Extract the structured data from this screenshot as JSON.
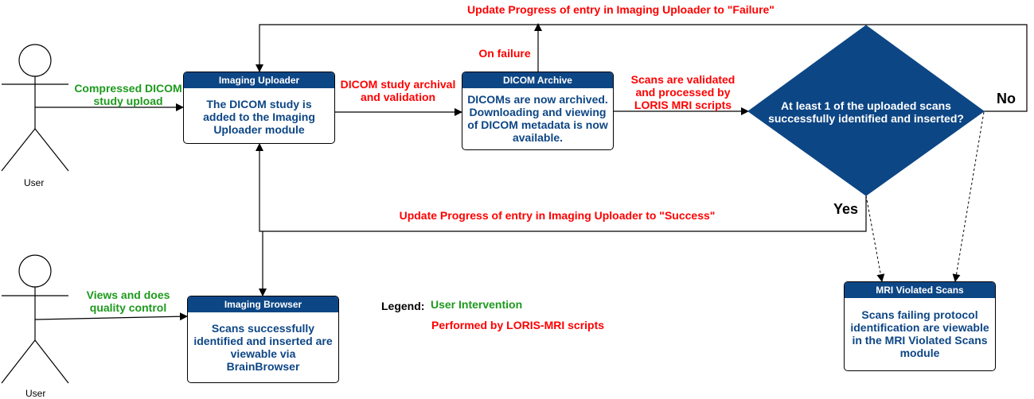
{
  "actors": {
    "user1_label": "User",
    "user2_label": "User"
  },
  "boxes": {
    "imaging_uploader": {
      "title": "Imaging Uploader",
      "body": "The DICOM study is added to the Imaging Uploader module"
    },
    "dicom_archive": {
      "title": "DICOM Archive",
      "body": "DICOMs are now archived. Downloading and viewing of DICOM metadata is now available."
    },
    "imaging_browser": {
      "title": "Imaging Browser",
      "body": "Scans successfully identified and inserted are viewable via BrainBrowser"
    },
    "mri_violated": {
      "title": "MRI Violated Scans",
      "body": "Scans failing protocol identification are viewable in the MRI Violated Scans module"
    }
  },
  "decision": {
    "text": "At least 1 of the uploaded scans successfully identified and inserted?",
    "yes_label": "Yes",
    "no_label": "No"
  },
  "edges": {
    "compressed_upload": "Compressed DICOM study upload",
    "archival_validation": "DICOM study archival and validation",
    "validated_processed": "Scans are validated and processed by LORIS MRI scripts",
    "on_failure": "On failure",
    "failure_update": "Update Progress of entry in Imaging Uploader to \"Failure\"",
    "success_update": "Update Progress of entry in Imaging Uploader to \"Success\"",
    "views_qc": "Views and does quality control"
  },
  "legend": {
    "title": "Legend:",
    "user_intervention": "User Intervention",
    "loris_scripts": "Performed by LORIS-MRI scripts"
  },
  "colors": {
    "box_header": "#0d4685",
    "box_text": "#0d4685",
    "user_intervention": "#1d9a1d",
    "loris_scripts": "#ff0000"
  }
}
